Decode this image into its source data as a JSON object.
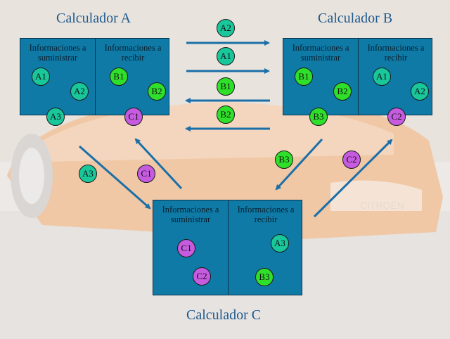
{
  "titles": {
    "a": "Calculador A",
    "b": "Calculador B",
    "c": "Calculador C"
  },
  "column_headers": {
    "supply": "Informaciones a suministrar",
    "receive": "Informaciones a recibir"
  },
  "calculators": {
    "a": {
      "supply": [
        "A1",
        "A2",
        "A3"
      ],
      "receive": [
        "B1",
        "B2",
        "C1"
      ]
    },
    "b": {
      "supply": [
        "B1",
        "B2",
        "B3"
      ],
      "receive": [
        "A1",
        "A2",
        "C2"
      ]
    },
    "c": {
      "supply": [
        "C1",
        "C2"
      ],
      "receive": [
        "A3",
        "B3"
      ]
    }
  },
  "transfers": {
    "a_to_b": [
      "A2",
      "A1"
    ],
    "b_to_a": [
      "B1",
      "B2"
    ],
    "a_to_c": "A3",
    "c_to_a": "C1",
    "b_to_c": "B3",
    "c_to_b": "C2"
  },
  "colors": {
    "box": "#0f7aa6",
    "arrow": "#1b6fa8",
    "title": "#1f5a8e",
    "series_a": "#19c79a",
    "series_b": "#2fe02a",
    "series_c": "#c65be0"
  }
}
